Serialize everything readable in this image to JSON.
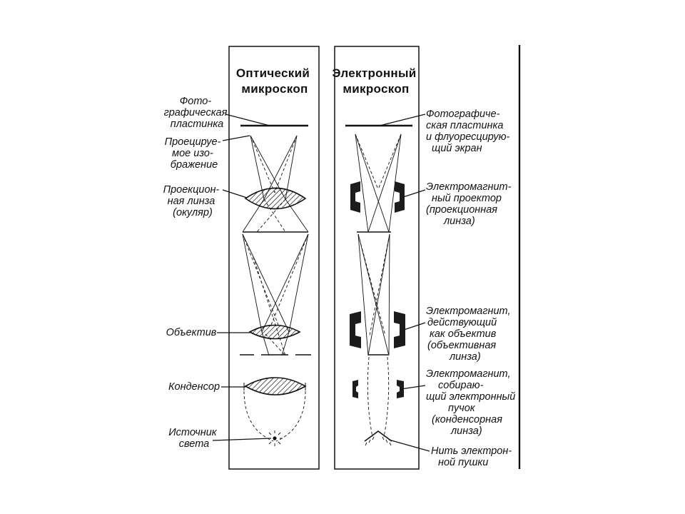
{
  "optical": {
    "title_lines": [
      "Оптический",
      "микроскоп"
    ],
    "labels": {
      "photo_plate": [
        "Фото-",
        "графическая",
        "пластинка"
      ],
      "projected_image": [
        "Проецируе-",
        "мое изо-",
        "бражение"
      ],
      "projection_lens": [
        "Проекцион-",
        "ная линза",
        "(окуляр)"
      ],
      "objective": [
        "Объектив"
      ],
      "condenser": [
        "Конденсор"
      ],
      "light_source": [
        "Источник",
        "света"
      ]
    }
  },
  "electron": {
    "title_lines": [
      "Электронный",
      "микроскоп"
    ],
    "labels": {
      "photo_plate_screen": [
        "Фотографиче-",
        "ская пластинка",
        "и флуоресцирую-",
        "щий экран"
      ],
      "projector": [
        "Электромагнит-",
        "ный проектор",
        "(проекционная",
        "линза)"
      ],
      "objective": [
        "Электромагнит,",
        "действующий",
        "как объектив",
        "(объективная",
        "линза)"
      ],
      "condenser": [
        "Электромагнит,",
        "собираю-",
        "щий электронный",
        "пучок",
        "(конденсорная",
        "линза)"
      ],
      "filament": [
        "Нить электрон-",
        "ной пушки"
      ]
    }
  }
}
